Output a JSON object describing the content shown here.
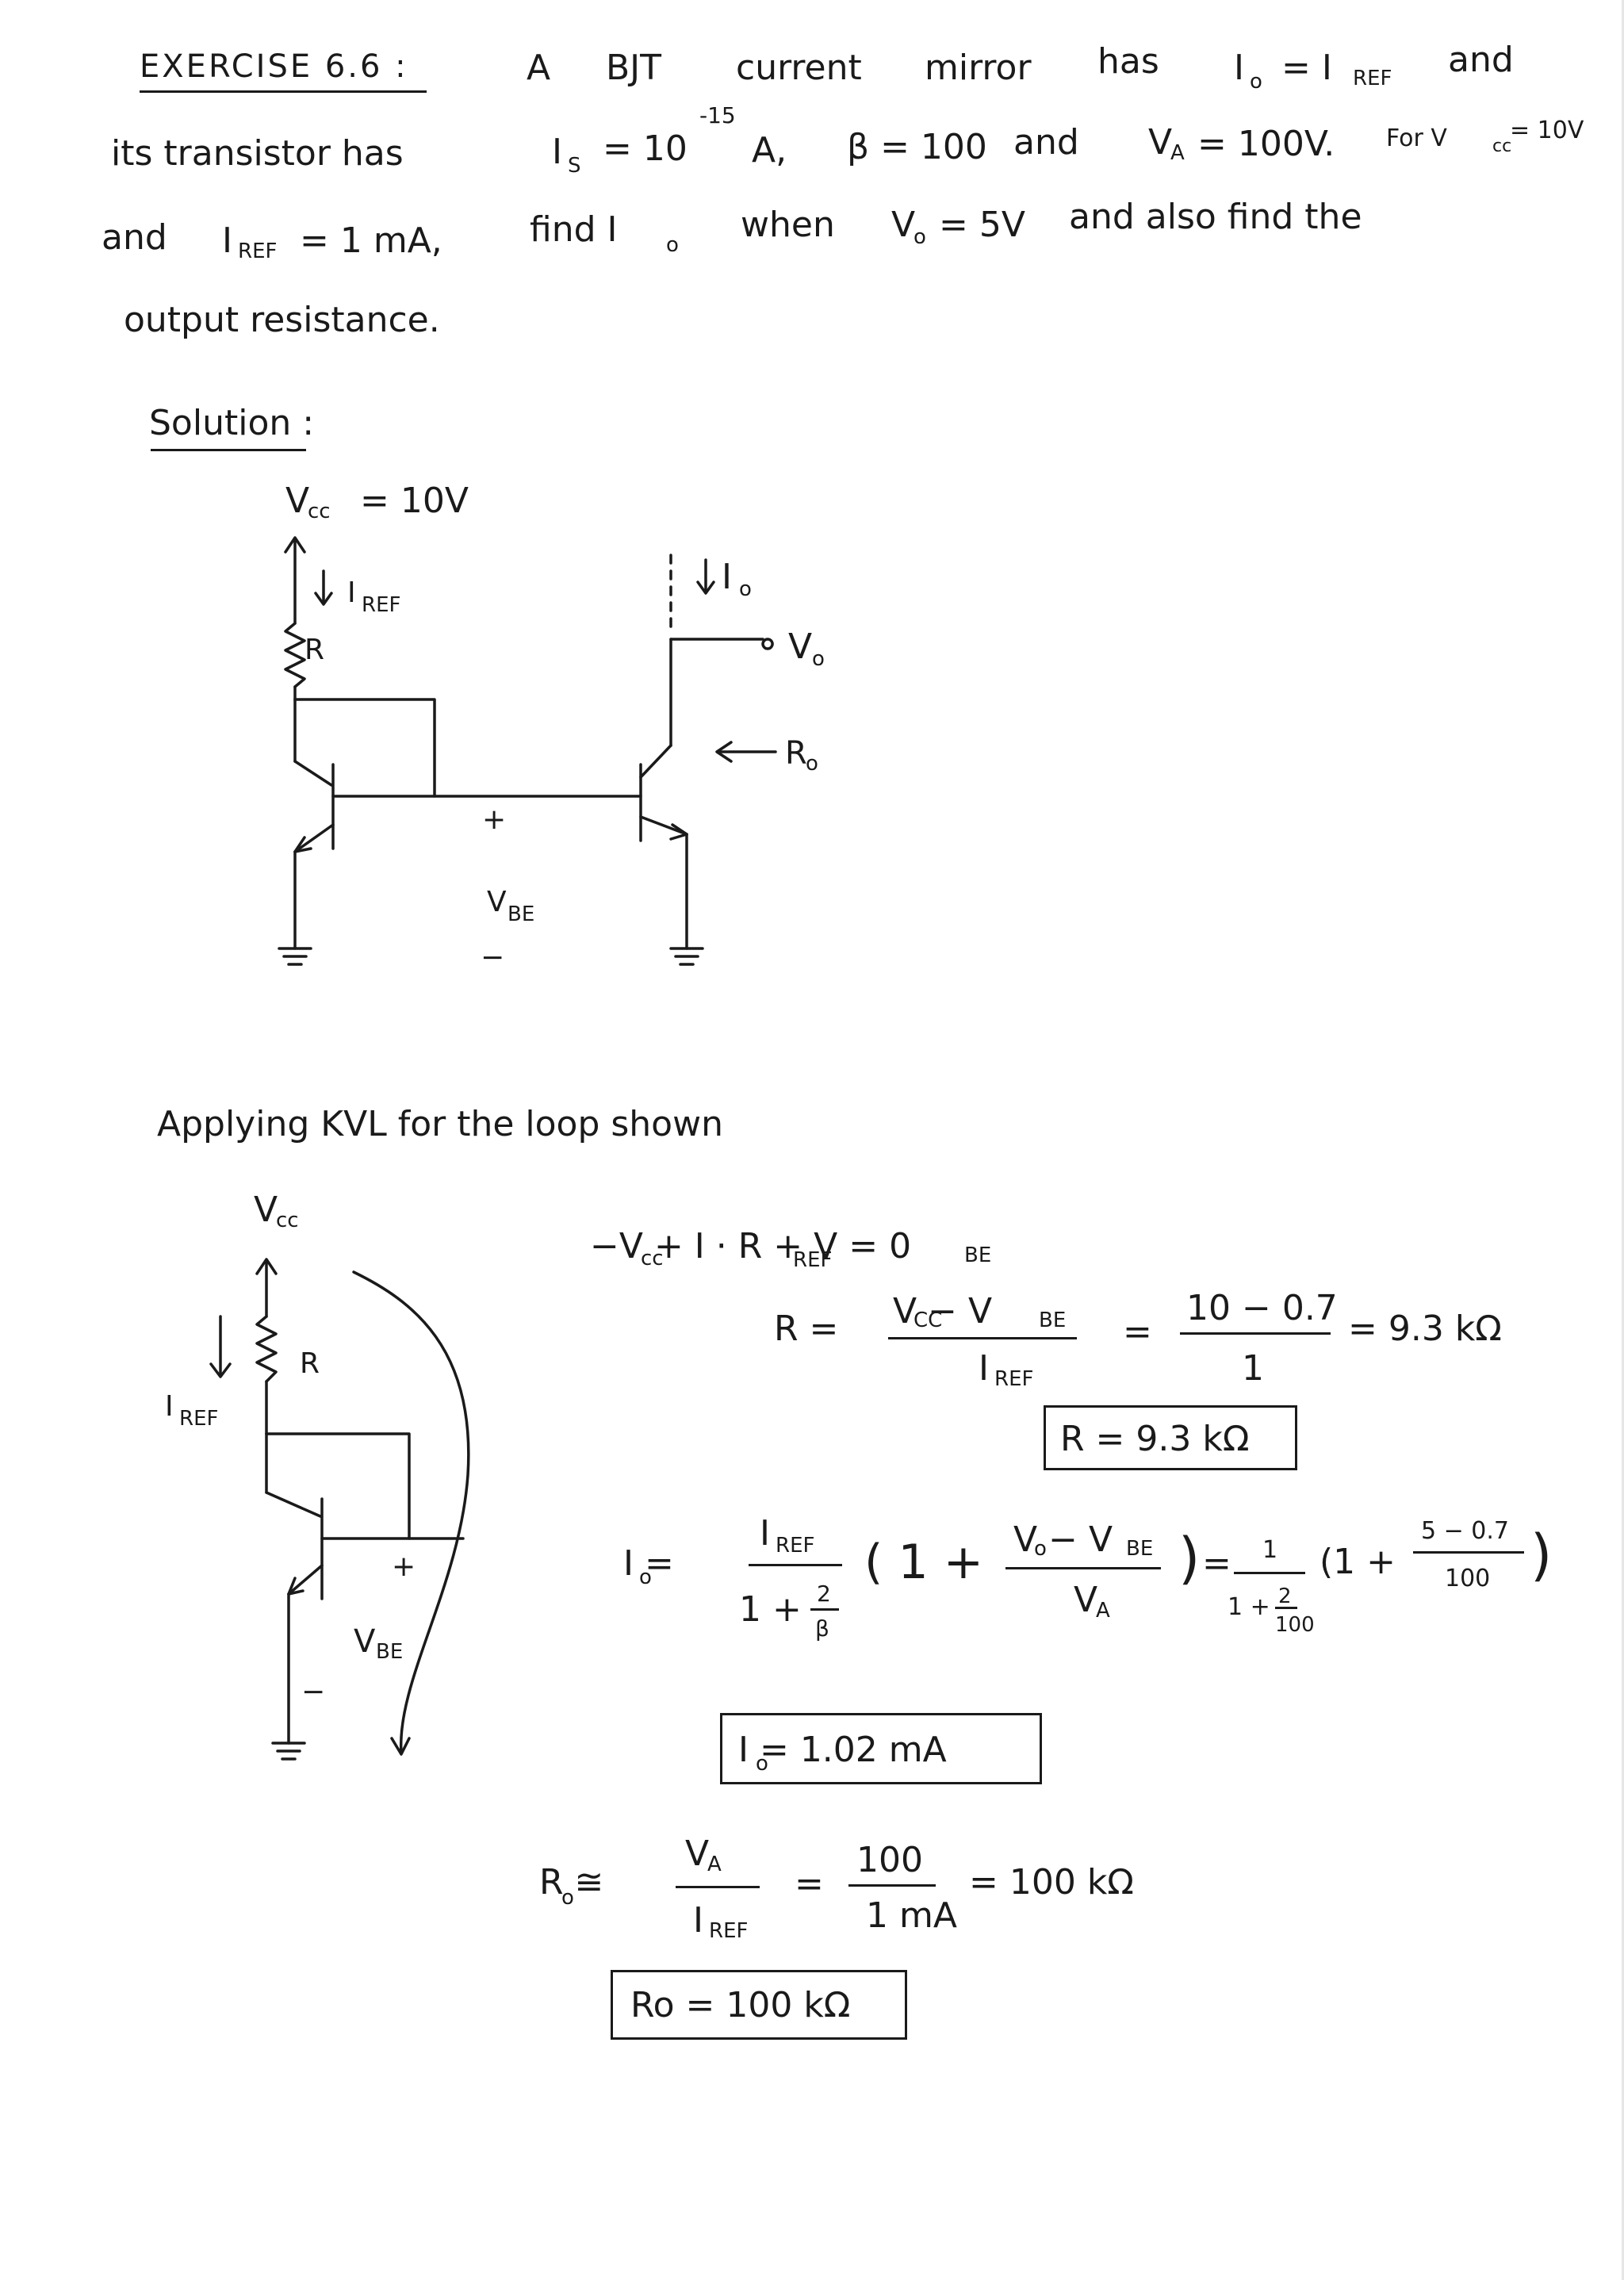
{
  "exercise": {
    "heading": "EXERCISE 6.6 :",
    "line1_parts": [
      "A",
      "BJT",
      "current",
      "mirror",
      "has",
      "I",
      "= I",
      "and"
    ],
    "line2": "its  transistor  has",
    "is_label": "I",
    "is_eq": "= 10",
    "is_exp": "-15",
    "is_unit": "A,",
    "beta": "β = 100",
    "and_word": "and",
    "va": "V",
    "va_eq": "= 100V.",
    "for_vcc": "For  V",
    "for_vcc_eq": "= 10V",
    "line3_a": "and",
    "iref_label": "I",
    "iref_eq": "= 1 mA,",
    "find_io": "find  I",
    "when": "when",
    "vo_label": "V",
    "vo_eq": "= 5V",
    "also": "and  also  find  the",
    "line4": "output  resistance."
  },
  "solution": {
    "heading": "Solution :",
    "vcc_top": "V",
    "vcc_top_eq": "= 10V",
    "iref_arrow": "I",
    "r_label": "R",
    "io_arrow": "I",
    "vo_node": "V",
    "ro_label": "R",
    "vbe_plus": "+",
    "vbe_label": "V",
    "vbe_minus": "−"
  },
  "kvl": {
    "heading": "Applying   KVL   for   the   loop  shown",
    "vcc": "V",
    "r_label": "R",
    "iref": "I",
    "plus": "+",
    "vbe": "V",
    "minus": "−",
    "eq1": "−V     + I      · R     + V      = 0",
    "r_eq_lhs": "R =",
    "r_num": "V   −  V",
    "r_den": "I",
    "r_eq2": "=",
    "r_num2": "10 − 0.7",
    "r_den2": "1",
    "r_eq3": "= 9.3 kΩ",
    "r_box": "R = 9.3 kΩ",
    "io_lhs": "I   =",
    "io_num": "I",
    "io_den": "1 +",
    "io_den_frac_num": "2",
    "io_den_frac_den": "β",
    "io_paren": "( 1  +",
    "io_vnum": "V  − V",
    "io_vden": "V",
    "io_rhs_eq": "=",
    "io_rhs_num": "1",
    "io_rhs_den": "1 +",
    "io_rhs_den_n": "2",
    "io_rhs_den_d": "100",
    "io_rhs_paren": "(1 +",
    "io_rhs_fn": "5 − 0.7",
    "io_rhs_fd": "100",
    "io_box": "I  = 1.02  mA",
    "ro_lhs": "R  ≅",
    "ro_num": "V",
    "ro_den": "I",
    "ro_eq2": "=",
    "ro_num2": "100",
    "ro_den2": "1 mA",
    "ro_eq3": "= 100 kΩ",
    "ro_box": "Ro = 100 kΩ"
  }
}
